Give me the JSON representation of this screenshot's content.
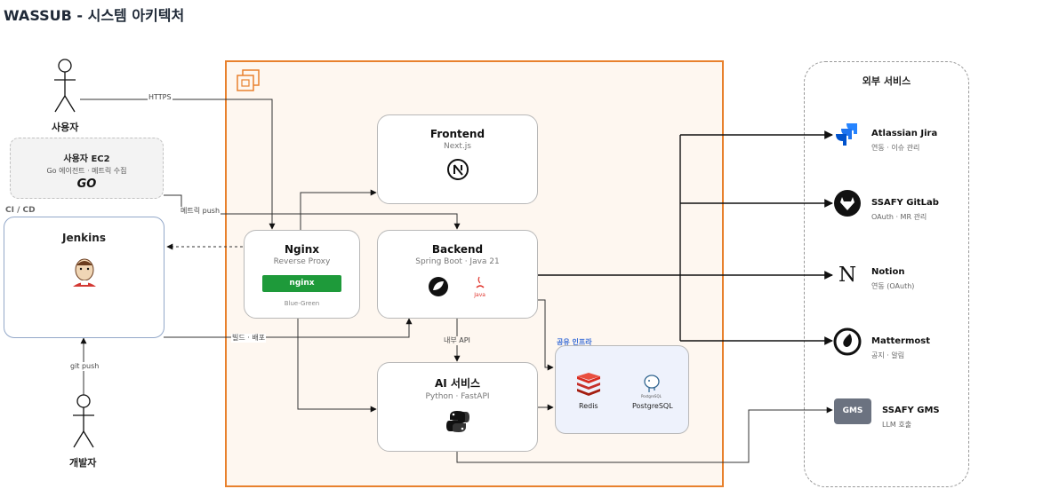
{
  "title": "WASSUB - 시스템 아키텍처",
  "actors": {
    "user": "사용자",
    "developer": "개발자"
  },
  "user_ec2": {
    "title": "사용자 EC2",
    "subtitle": "Go 에이전트 · 메트릭 수집",
    "logo_text": "GO"
  },
  "cicd": {
    "label": "CI / CD",
    "jenkins": "Jenkins"
  },
  "nginx": {
    "title": "Nginx",
    "subtitle": "Reverse Proxy",
    "badge": "nginx",
    "note": "Blue-Green"
  },
  "frontend": {
    "title": "Frontend",
    "subtitle": "Next.js"
  },
  "backend": {
    "title": "Backend",
    "subtitle": "Spring Boot · Java 21",
    "java_label": "Java"
  },
  "ai": {
    "title": "AI 서비스",
    "subtitle": "Python · FastAPI"
  },
  "shared_infra": {
    "label": "공유 인프라",
    "redis": "Redis",
    "postgres": "PostgreSQL",
    "postgres_logo_text": "PostgreSQL"
  },
  "edges": {
    "https": "HTTPS",
    "metric_push": "메트릭 push",
    "internal_api": "내부 API",
    "build_deploy": "빌드 · 배포",
    "git_push": "git push"
  },
  "external": {
    "title": "외부 서비스",
    "services": [
      {
        "name": "Atlassian Jira",
        "sub": "연동 · 이슈 관리"
      },
      {
        "name": "SSAFY GitLab",
        "sub": "OAuth · MR 관리"
      },
      {
        "name": "Notion",
        "sub": "연동 (OAuth)"
      },
      {
        "name": "Mattermost",
        "sub": "공지 · 알림"
      },
      {
        "name": "SSAFY GMS",
        "sub": "LLM 호출",
        "badge": "GMS"
      }
    ]
  },
  "colors": {
    "aws_border": "#e8812d",
    "aws_fill": "#fef7f0",
    "nginx_green": "#1e9a3a",
    "jira_blue": "#2684ff",
    "shared_fill": "#eef2fc",
    "shared_label": "#3b6fd8",
    "gms_badge": "#6b7280"
  }
}
